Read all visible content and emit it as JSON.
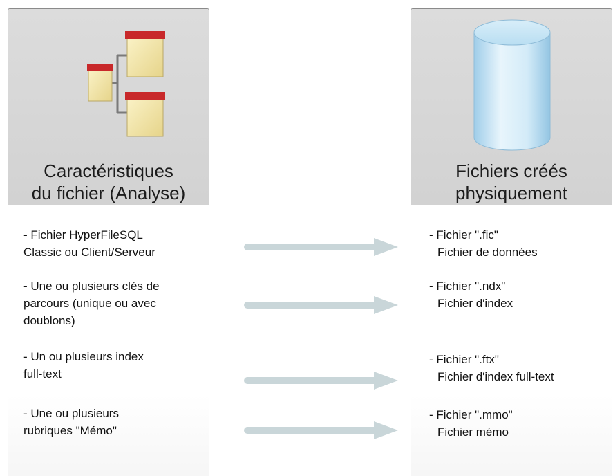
{
  "left_card": {
    "title_lines": [
      "Caractéristiques",
      "du fichier (Analyse)"
    ],
    "icon": "file-structure-icon",
    "items": [
      {
        "lines": [
          "- Fichier HyperFileSQL",
          "Classic ou Client/Serveur"
        ]
      },
      {
        "lines": [
          "- Une ou plusieurs clés de",
          "parcours (unique ou avec",
          "doublons)"
        ]
      },
      {
        "lines": [
          "- Un ou plusieurs index",
          "full-text"
        ]
      },
      {
        "lines": [
          "- Une ou plusieurs",
          "rubriques \"Mémo\""
        ]
      }
    ]
  },
  "right_card": {
    "title_lines": [
      "Fichiers créés",
      "physiquement"
    ],
    "icon": "database-cylinder-icon",
    "items": [
      {
        "lines": [
          "- Fichier \".fic\"",
          "  Fichier de données"
        ]
      },
      {
        "lines": [
          "- Fichier \".ndx\"",
          "  Fichier d'index"
        ]
      },
      {
        "lines": [
          "- Fichier \".ftx\"",
          "  Fichier d'index full-text"
        ]
      },
      {
        "lines": [
          "- Fichier \".mmo\"",
          "  Fichier mémo"
        ]
      }
    ]
  },
  "colors": {
    "header_bg": "#d6d6d6",
    "border": "#8a8a8a",
    "arrow": "#c9d6d9",
    "file_red": "#c8282a",
    "file_yellow": "#f3e6a6",
    "cylinder_blue": "#cfe8f7"
  }
}
